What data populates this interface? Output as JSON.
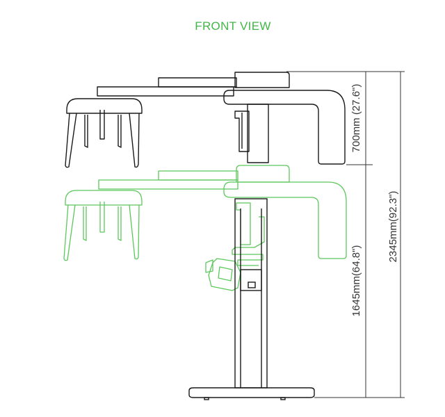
{
  "title": "FRONT VIEW",
  "dimensions": {
    "upper_travel": "700mm (27.6\")",
    "column_height": "1645mm(64.8\")",
    "total_height": "2345mm(92.3\")"
  },
  "colors": {
    "title": "#43b649",
    "raised_outline": "#1a1a1a",
    "lowered_outline": "#5cc85c",
    "dimension_line": "#333333"
  }
}
